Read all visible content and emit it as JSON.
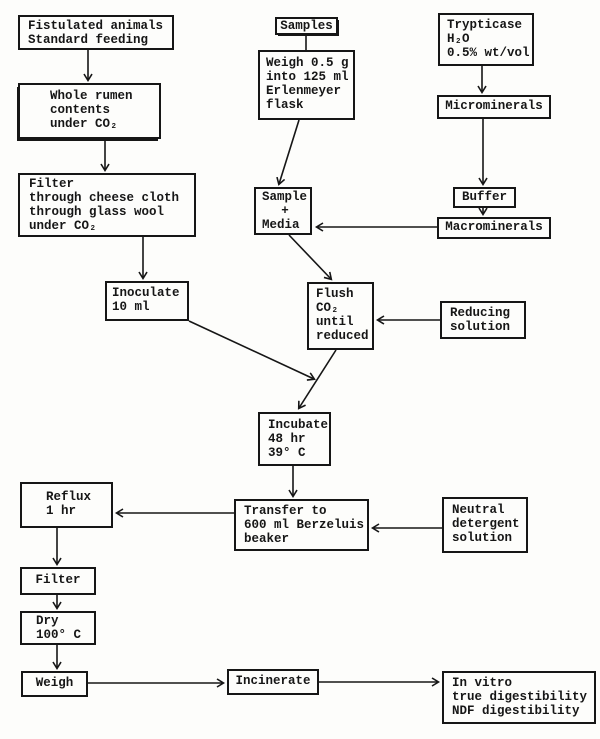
{
  "page": {
    "paper_color": "#fdfdfb",
    "ink_color": "#161616"
  },
  "diagram": {
    "boxes": {
      "fistulated": {
        "lines": [
          "Fistulated animals",
          "Standard feeding"
        ]
      },
      "whole_rumen": {
        "lines": [
          "Whole rumen",
          "contents",
          "under CO₂"
        ]
      },
      "filter_cloth": {
        "lines": [
          "Filter",
          "through cheese cloth",
          "through glass wool",
          "under CO₂"
        ]
      },
      "inoculate": {
        "lines": [
          "Inoculate",
          "10 ml"
        ]
      },
      "samples": {
        "lines": [
          "Samples"
        ]
      },
      "weigh_flask": {
        "lines": [
          "Weigh 0.5 g",
          "into 125 ml",
          "Erlenmeyer",
          "flask"
        ]
      },
      "sample_media": {
        "lines": [
          "Sample",
          "+",
          "Media"
        ]
      },
      "trypticase": {
        "lines": [
          "Trypticase",
          "H₂O",
          "0.5% wt/vol"
        ]
      },
      "microminerals": {
        "lines": [
          "Microminerals"
        ]
      },
      "buffer": {
        "lines": [
          "Buffer"
        ]
      },
      "macrominerals": {
        "lines": [
          "Macrominerals"
        ]
      },
      "flush": {
        "lines": [
          "Flush",
          "CO₂",
          "until",
          "reduced"
        ]
      },
      "reducing": {
        "lines": [
          "Reducing",
          "solution"
        ]
      },
      "incubate": {
        "lines": [
          "Incubate",
          "48 hr",
          "39° C"
        ]
      },
      "reflux": {
        "lines": [
          "Reflux",
          "1 hr"
        ]
      },
      "transfer": {
        "lines": [
          "Transfer to",
          "600 ml Berzeluis",
          "beaker"
        ]
      },
      "neutral": {
        "lines": [
          "Neutral",
          "detergent",
          "solution"
        ]
      },
      "filter_step": {
        "lines": [
          "Filter"
        ]
      },
      "dry": {
        "lines": [
          "Dry",
          "100° C"
        ]
      },
      "weigh_step": {
        "lines": [
          "Weigh"
        ]
      },
      "incinerate": {
        "lines": [
          "Incinerate"
        ]
      },
      "results": {
        "lines": [
          "In vitro",
          "true digestibility",
          "NDF digestibility"
        ]
      }
    }
  }
}
